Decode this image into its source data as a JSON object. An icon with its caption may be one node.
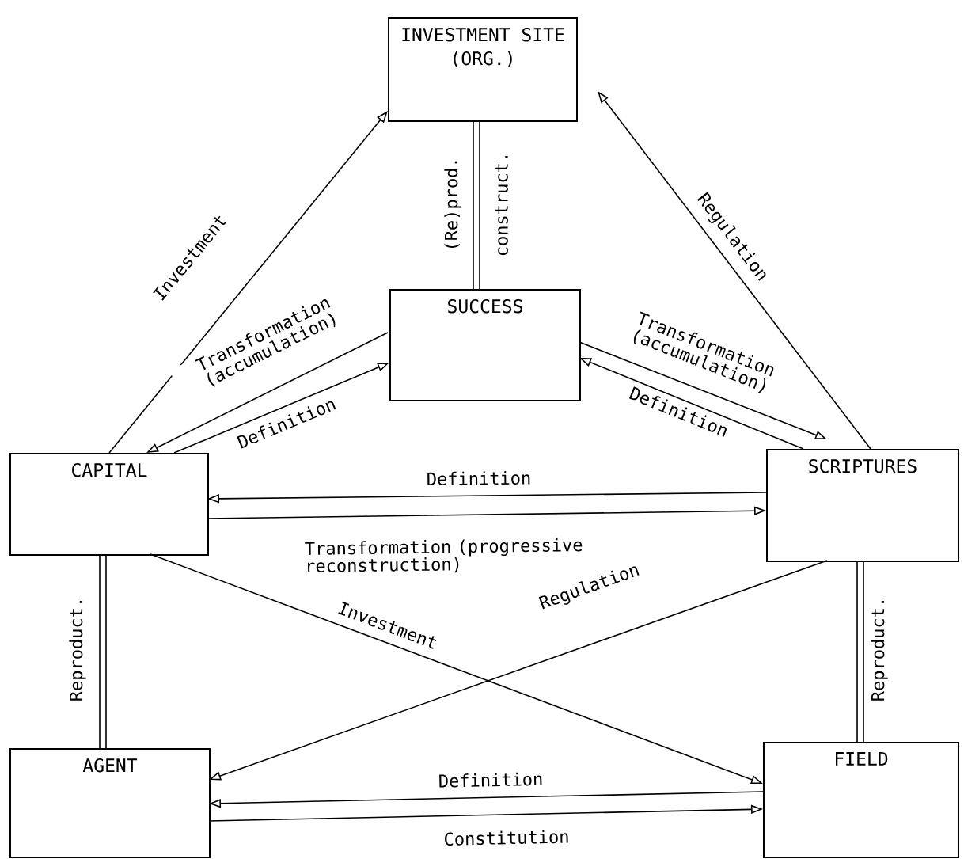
{
  "diagram": {
    "nodes": [
      {
        "text": [
          "INVESTMENT SITE (ORG.)"
        ]
      },
      {
        "text": [
          "SUCCESS"
        ]
      },
      {
        "text": [
          "CAPITAL"
        ]
      },
      {
        "text": [
          "SCRIPTURES"
        ]
      },
      {
        "text": [
          "AGENT"
        ]
      },
      {
        "text": [
          "FIELD"
        ]
      }
    ],
    "edges": [
      {
        "from": 2,
        "to": 0,
        "arrow": "to",
        "label": "Investment"
      },
      {
        "from": 3,
        "to": 0,
        "arrow": "to",
        "label": "Regulation"
      },
      {
        "from": 0,
        "to": 1,
        "arrow": "none",
        "label": "(Re)prod."
      },
      {
        "from": 0,
        "to": 1,
        "arrow": "none",
        "label": "construct."
      },
      {
        "from": 1,
        "to": 2,
        "arrow": "to",
        "label": "Transformation (accumulation)"
      },
      {
        "from": 2,
        "to": 1,
        "arrow": "to",
        "label": "Definition"
      },
      {
        "from": 1,
        "to": 3,
        "arrow": "to",
        "label": "Transformation (accumulation)"
      },
      {
        "from": 3,
        "to": 1,
        "arrow": "to",
        "label": "Definition"
      },
      {
        "from": 3,
        "to": 2,
        "arrow": "to",
        "label": "Definition"
      },
      {
        "from": 2,
        "to": 3,
        "arrow": "to",
        "label": "Transformation (progressive reconstruction)"
      },
      {
        "from": 2,
        "to": 4,
        "arrow": "none",
        "label": "Reproduct."
      },
      {
        "from": 2,
        "to": 4,
        "arrow": "none"
      },
      {
        "from": 2,
        "to": 5,
        "arrow": "to",
        "label": "Investment"
      },
      {
        "from": 3,
        "to": 4,
        "arrow": "to",
        "label": "Regulation"
      },
      {
        "from": 3,
        "to": 5,
        "arrow": "none",
        "label": "Reproduct."
      },
      {
        "from": 3,
        "to": 5,
        "arrow": "none"
      },
      {
        "from": 5,
        "to": 4,
        "arrow": "to",
        "label": "Definition"
      },
      {
        "from": 4,
        "to": 5,
        "arrow": "to",
        "label": "Constitution"
      }
    ]
  }
}
